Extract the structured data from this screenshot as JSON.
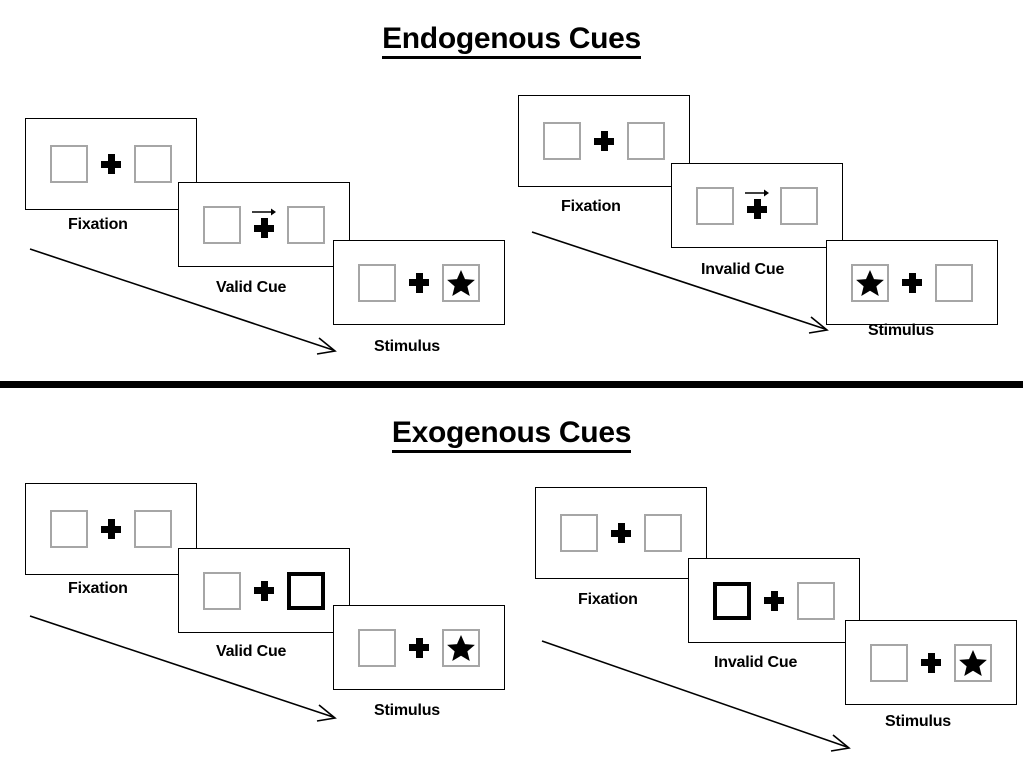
{
  "sections": [
    {
      "id": "endogenous",
      "title": "Endogenous Cues",
      "cue_type": "arrow",
      "conditions": [
        {
          "id": "valid",
          "cue_label": "Valid Cue",
          "frames": [
            {
              "label": "Fixation",
              "cue_side": "none",
              "stimulus_side": "none"
            },
            {
              "label": "Valid Cue",
              "cue_side": "right",
              "stimulus_side": "none"
            },
            {
              "label": "Stimulus",
              "cue_side": "none",
              "stimulus_side": "right"
            }
          ]
        },
        {
          "id": "invalid",
          "cue_label": "Invalid Cue",
          "frames": [
            {
              "label": "Fixation",
              "cue_side": "none",
              "stimulus_side": "none"
            },
            {
              "label": "Invalid Cue",
              "cue_side": "right",
              "stimulus_side": "none"
            },
            {
              "label": "Stimulus",
              "cue_side": "none",
              "stimulus_side": "left"
            }
          ]
        }
      ]
    },
    {
      "id": "exogenous",
      "title": "Exogenous Cues",
      "cue_type": "box-highlight",
      "conditions": [
        {
          "id": "valid",
          "cue_label": "Valid Cue",
          "frames": [
            {
              "label": "Fixation",
              "cue_side": "none",
              "stimulus_side": "none"
            },
            {
              "label": "Valid Cue",
              "cue_side": "right",
              "stimulus_side": "none"
            },
            {
              "label": "Stimulus",
              "cue_side": "none",
              "stimulus_side": "right"
            }
          ]
        },
        {
          "id": "invalid",
          "cue_label": "Invalid Cue",
          "frames": [
            {
              "label": "Fixation",
              "cue_side": "none",
              "stimulus_side": "none"
            },
            {
              "label": "Invalid Cue",
              "cue_side": "left",
              "stimulus_side": "none"
            },
            {
              "label": "Stimulus",
              "cue_side": "none",
              "stimulus_side": "right"
            }
          ]
        }
      ]
    }
  ],
  "labels": {
    "fixation": "Fixation",
    "valid_cue": "Valid Cue",
    "invalid_cue": "Invalid Cue",
    "stimulus": "Stimulus"
  },
  "icons": {
    "fixation_cross": "fixation-cross-icon",
    "cue_arrow": "cue-arrow-icon",
    "star": "star-icon",
    "flow_arrow": "flow-arrow-icon"
  },
  "colors": {
    "background": "#ffffff",
    "ink": "#000000",
    "box_outline": "#a6a6a6",
    "panel_outline": "#000000",
    "cued_box_outline": "#000000"
  }
}
